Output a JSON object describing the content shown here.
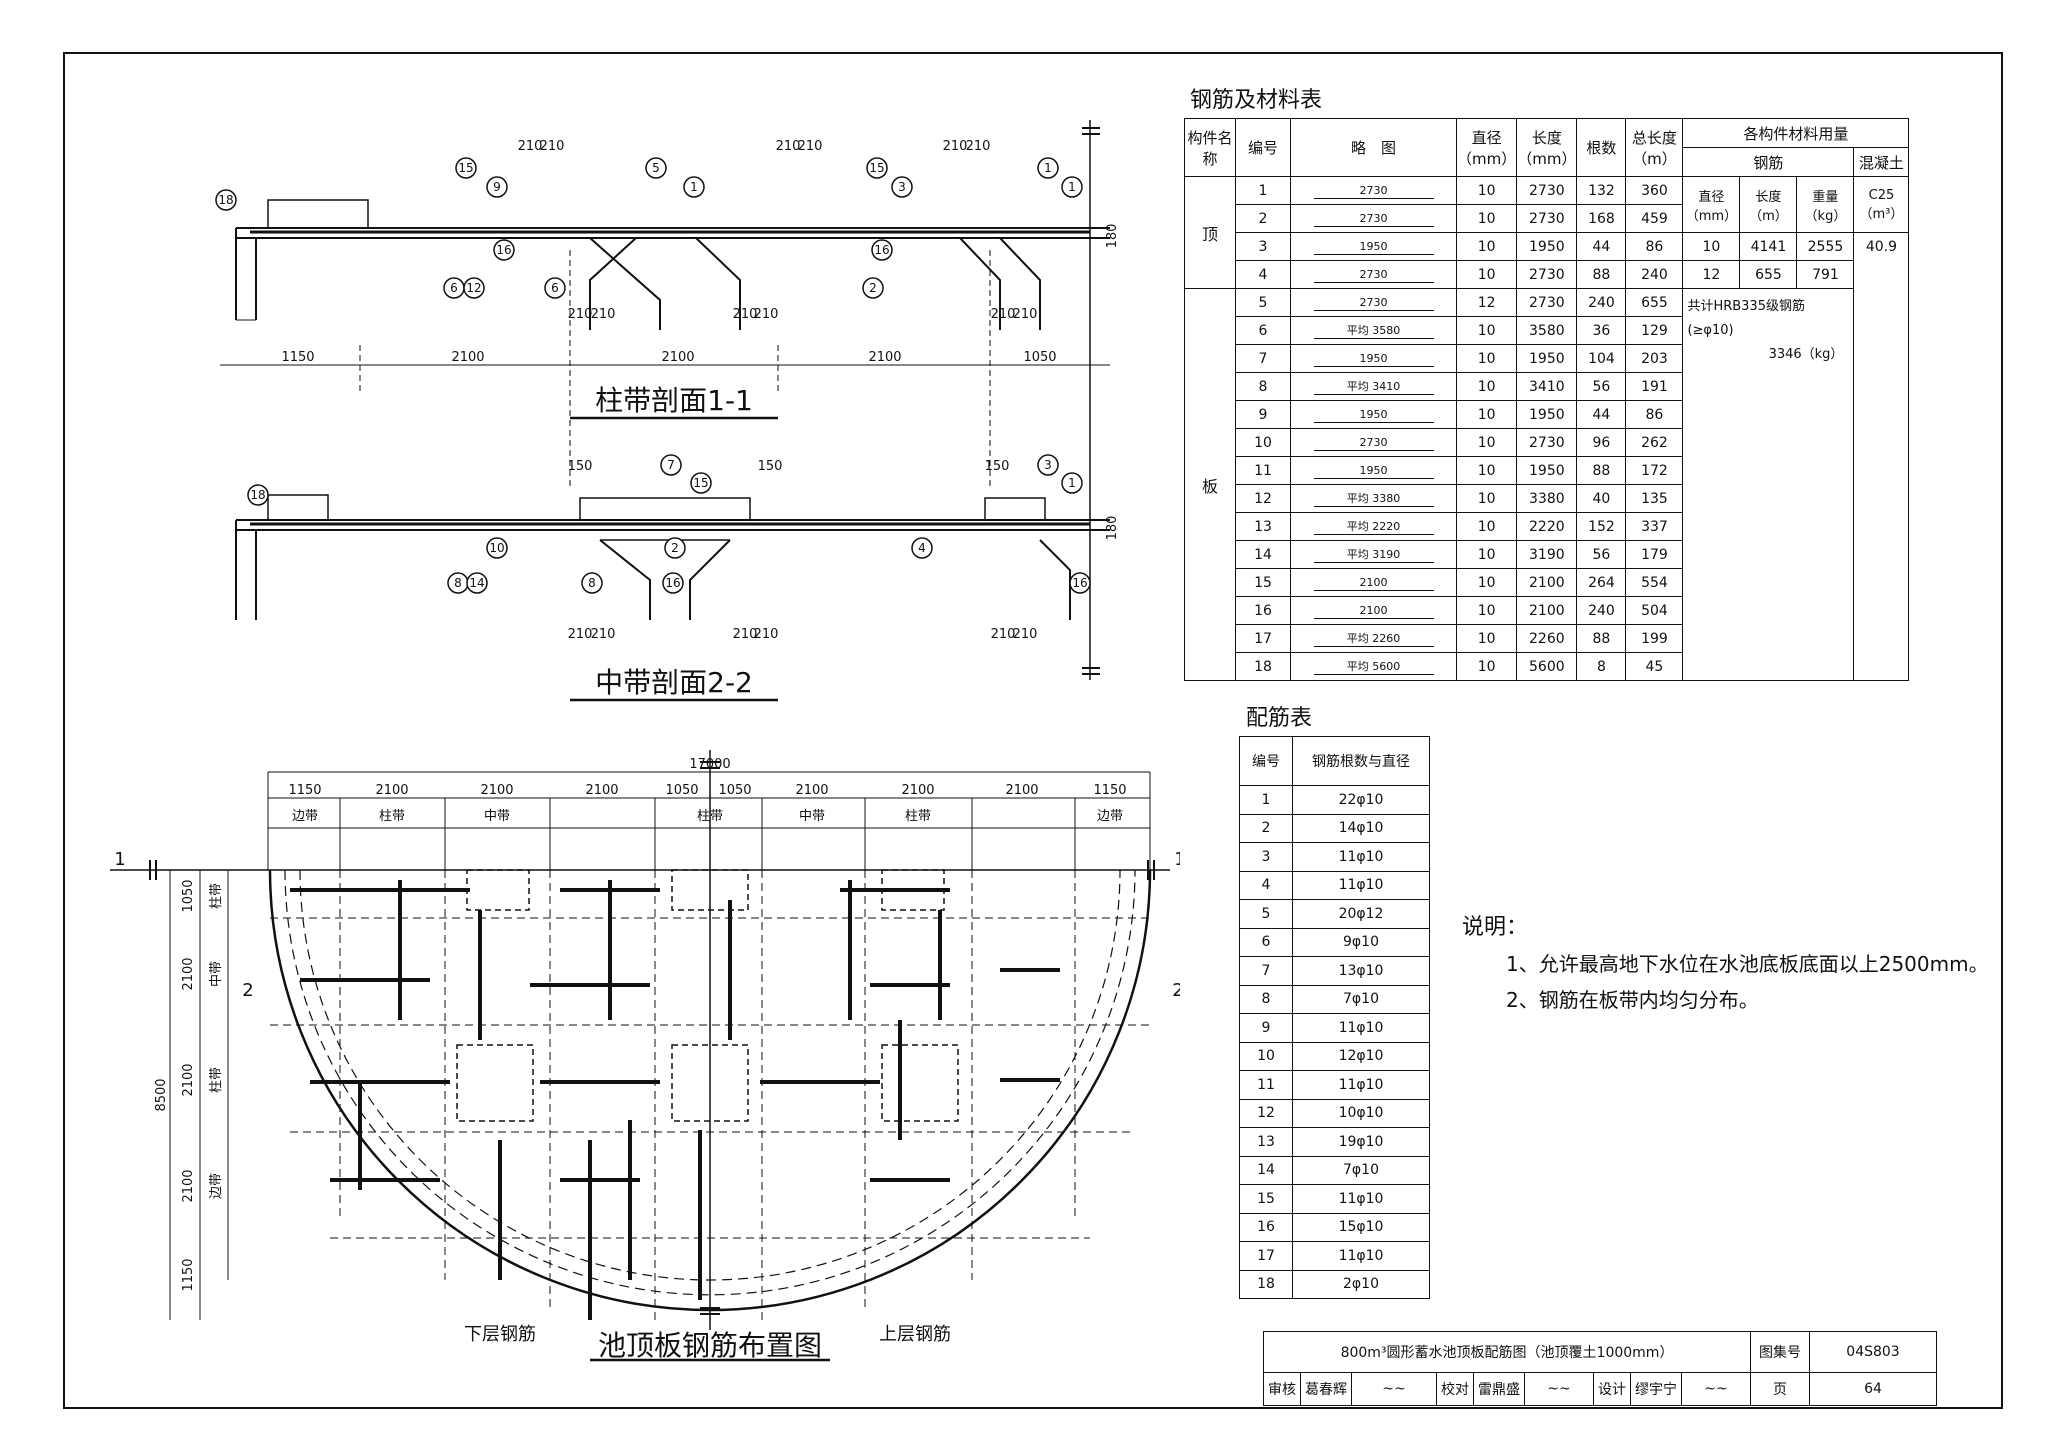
{
  "sections": {
    "section_1_title": "柱带剖面1-1",
    "section_2_title": "中带剖面2-2",
    "dims_1": [
      "1150",
      "2100",
      "2100",
      "2100",
      "1050"
    ],
    "small_dims": [
      "210",
      "210",
      "150",
      "180"
    ],
    "plan_title": "池顶板钢筋布置图",
    "lower_rebar": "下层钢筋",
    "upper_rebar": "上层钢筋",
    "plan_total": "17000",
    "plan_dims": [
      "1150",
      "2100",
      "2100",
      "2100",
      "1050",
      "1050",
      "2100",
      "2100",
      "2100",
      "1150"
    ],
    "plan_bands": [
      "边带",
      "柱带",
      "中带",
      "柱带",
      "中带",
      "柱带",
      "边带"
    ],
    "plan_vdims": [
      "1050",
      "2100",
      "2100",
      "2100",
      "1150"
    ],
    "plan_vbands": [
      "柱带",
      "中带",
      "柱带",
      "边带"
    ],
    "plan_height": "8500",
    "cut_marks": [
      "1",
      "2"
    ]
  },
  "material_table": {
    "title": "钢筋及材料表",
    "headers": {
      "member": "构件名称",
      "no": "编号",
      "sketch": "略　图",
      "diameter": "直径（mm）",
      "length": "长度（mm）",
      "count": "根数",
      "total": "总长度（m）",
      "usage": "各构件材料用量",
      "steel": "钢筋",
      "concrete": "混凝土",
      "s_diameter": "直径（mm）",
      "s_length": "长度（m）",
      "s_weight": "重量（kg）",
      "concrete_unit": "C25（m³）"
    },
    "member_name_1": "顶",
    "member_name_2": "板",
    "rows": [
      {
        "no": "1",
        "sketch": "2730",
        "d": "10",
        "len": "2730",
        "n": "132",
        "total": "360"
      },
      {
        "no": "2",
        "sketch": "2730",
        "d": "10",
        "len": "2730",
        "n": "168",
        "total": "459"
      },
      {
        "no": "3",
        "sketch": "1950",
        "d": "10",
        "len": "1950",
        "n": "44",
        "total": "86"
      },
      {
        "no": "4",
        "sketch": "2730",
        "d": "10",
        "len": "2730",
        "n": "88",
        "total": "240"
      },
      {
        "no": "5",
        "sketch": "2730",
        "d": "12",
        "len": "2730",
        "n": "240",
        "total": "655"
      },
      {
        "no": "6",
        "sketch": "平均 3580",
        "d": "10",
        "len": "3580",
        "n": "36",
        "total": "129"
      },
      {
        "no": "7",
        "sketch": "1950",
        "d": "10",
        "len": "1950",
        "n": "104",
        "total": "203"
      },
      {
        "no": "8",
        "sketch": "平均 3410",
        "d": "10",
        "len": "3410",
        "n": "56",
        "total": "191"
      },
      {
        "no": "9",
        "sketch": "1950",
        "d": "10",
        "len": "1950",
        "n": "44",
        "total": "86"
      },
      {
        "no": "10",
        "sketch": "2730",
        "d": "10",
        "len": "2730",
        "n": "96",
        "total": "262"
      },
      {
        "no": "11",
        "sketch": "1950",
        "d": "10",
        "len": "1950",
        "n": "88",
        "total": "172"
      },
      {
        "no": "12",
        "sketch": "平均 3380",
        "d": "10",
        "len": "3380",
        "n": "40",
        "total": "135"
      },
      {
        "no": "13",
        "sketch": "平均 2220",
        "d": "10",
        "len": "2220",
        "n": "152",
        "total": "337"
      },
      {
        "no": "14",
        "sketch": "平均 3190",
        "d": "10",
        "len": "3190",
        "n": "56",
        "total": "179"
      },
      {
        "no": "15",
        "sketch": "2100",
        "d": "10",
        "len": "2100",
        "n": "264",
        "total": "554"
      },
      {
        "no": "16",
        "sketch": "2100",
        "d": "10",
        "len": "2100",
        "n": "240",
        "total": "504"
      },
      {
        "no": "17",
        "sketch": "平均 2260",
        "d": "10",
        "len": "2260",
        "n": "88",
        "total": "199"
      },
      {
        "no": "18",
        "sketch": "平均 5600",
        "d": "10",
        "len": "5600",
        "n": "8",
        "total": "45"
      }
    ],
    "summary": [
      {
        "d": "10",
        "len": "4141",
        "w": "2555"
      },
      {
        "d": "12",
        "len": "655",
        "w": "791"
      }
    ],
    "concrete_value": "40.9",
    "total_note_1": "共计HRB335级钢筋(≥φ10)",
    "total_note_2": "3346（kg）"
  },
  "rebar_table": {
    "title": "配筋表",
    "h_no": "编号",
    "h_spec": "钢筋根数与直径",
    "rows": [
      [
        "1",
        "22φ10"
      ],
      [
        "2",
        "14φ10"
      ],
      [
        "3",
        "11φ10"
      ],
      [
        "4",
        "11φ10"
      ],
      [
        "5",
        "20φ12"
      ],
      [
        "6",
        "9φ10"
      ],
      [
        "7",
        "13φ10"
      ],
      [
        "8",
        "7φ10"
      ],
      [
        "9",
        "11φ10"
      ],
      [
        "10",
        "12φ10"
      ],
      [
        "11",
        "11φ10"
      ],
      [
        "12",
        "10φ10"
      ],
      [
        "13",
        "19φ10"
      ],
      [
        "14",
        "7φ10"
      ],
      [
        "15",
        "11φ10"
      ],
      [
        "16",
        "15φ10"
      ],
      [
        "17",
        "11φ10"
      ],
      [
        "18",
        "2φ10"
      ]
    ]
  },
  "notes": {
    "heading": "说明：",
    "lines": [
      "1、允许最高地下水位在水池底板底面以上2500mm。",
      "2、钢筋在板带内均匀分布。"
    ]
  },
  "title_block": {
    "drawing_title": "800m³圆形蓄水池顶板配筋图（池顶覆土1000mm）",
    "atlas_label": "图集号",
    "atlas_no": "04S803",
    "review_label": "审核",
    "reviewer": "葛春辉",
    "check_label": "校对",
    "checker": "雷鼎盛",
    "design_label": "设计",
    "designer": "缪宇宁",
    "page_label": "页",
    "page_no": "64"
  }
}
